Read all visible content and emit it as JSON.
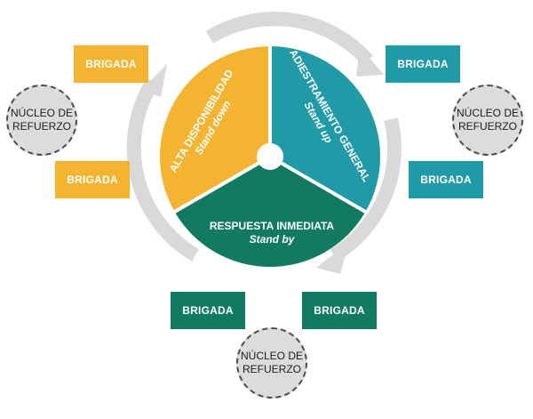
{
  "colors": {
    "yellow": "#f4b431",
    "teal": "#219aa8",
    "green": "#127a61",
    "ring": "#d9d9d9",
    "nucleo_fill": "#dcdcdc",
    "nucleo_border": "#4a4a4a"
  },
  "sectors": {
    "yellow": {
      "title": "ALTA DISPONIBILIDAD",
      "subtitle": "Stand down"
    },
    "teal": {
      "title": "ADIESTRAMIENTO GENERAL",
      "subtitle": "Stand up"
    },
    "green": {
      "title": "RESPUESTA INMEDIATA",
      "subtitle": "Stand by"
    }
  },
  "brigades": {
    "yellow_top": "BRIGADA",
    "yellow_bottom": "BRIGADA",
    "teal_top": "BRIGADA",
    "teal_bottom": "BRIGADA",
    "green_left": "BRIGADA",
    "green_right": "BRIGADA"
  },
  "nucleos": {
    "left": {
      "line1": "NÚCLEO DE",
      "line2": "REFUERZO"
    },
    "right": {
      "line1": "NÚCLEO DE",
      "line2": "REFUERZO"
    },
    "bottom": {
      "line1": "NÚCLEO DE",
      "line2": "REFUERZO"
    }
  }
}
